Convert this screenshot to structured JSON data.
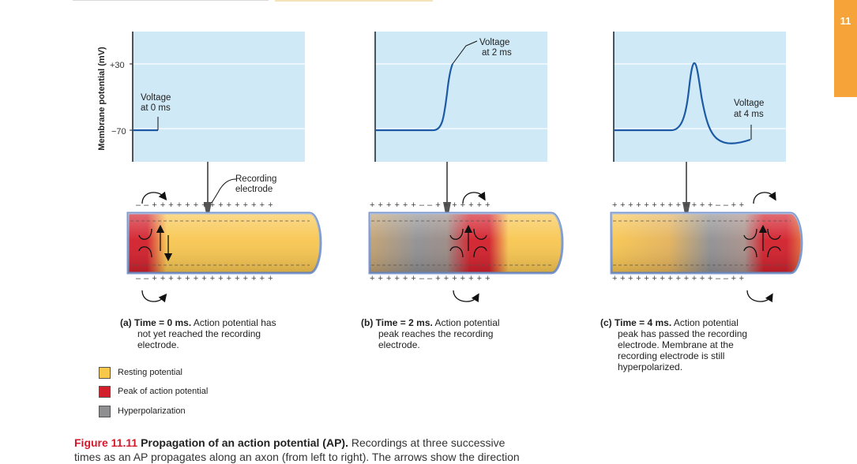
{
  "page": {
    "section_tab": "11"
  },
  "axis": {
    "ylabel": "Membrane potential (mV)",
    "tick_high": "+30",
    "tick_low": "−70"
  },
  "panels": [
    {
      "id": "a",
      "voltage_label": [
        "Voltage",
        "at 0 ms"
      ],
      "electrode_label": [
        "Recording",
        "electrode"
      ],
      "caption_label": "(a)",
      "caption_bold": "Time = 0 ms.",
      "caption_line1_rest": " Action potential has",
      "caption_lines": [
        "not yet reached the recording",
        "electrode."
      ]
    },
    {
      "id": "b",
      "voltage_label": [
        "Voltage",
        "at 2 ms"
      ],
      "caption_label": "(b)",
      "caption_bold": "Time = 2 ms.",
      "caption_line1_rest": " Action potential",
      "caption_lines": [
        "peak reaches the recording",
        "electrode."
      ]
    },
    {
      "id": "c",
      "voltage_label": [
        "Voltage",
        "at 4 ms"
      ],
      "caption_label": "(c)",
      "caption_bold": "Time = 4 ms.",
      "caption_line1_rest": " Action potential",
      "caption_lines": [
        "peak has passed the recording",
        "electrode. Membrane at the",
        "recording electrode is still",
        "hyperpolarized."
      ]
    }
  ],
  "charges": {
    "a_top": "– – + + + + + + + + + + + + + + +",
    "a_bot": "– – + + + + + + + + + + + + + + +",
    "b_top": "+ + + + + + – – + + + + + + +",
    "b_bot": "+ + + + + + – – + + + + + + +",
    "c_top": "+ + + + + + + + + + + + + – – + +",
    "c_bot": "+ + + + + + + + + + + + + – – + +"
  },
  "legend": [
    {
      "label": "Resting potential",
      "color": "#f7c84a"
    },
    {
      "label": "Peak of action potential",
      "color": "#d21f2b"
    },
    {
      "label": "Hyperpolarization",
      "color": "#8f8f92"
    }
  ],
  "figure_caption": {
    "number": "Figure 11.11",
    "title": "Propagation of an action potential (AP).",
    "text": "Recordings at three successive",
    "text2": "times as an AP propagates along an axon (from left to right). The arrows show the direction"
  },
  "colors": {
    "plot_bg": "#cfe9f6",
    "trace": "#1d5aa6",
    "axon_fill": "#f8c650",
    "axon_edge": "#7d9ad0",
    "peak": "#d21f2b",
    "hyper": "#8f8f92",
    "accent_tab": "#f6a33a"
  }
}
